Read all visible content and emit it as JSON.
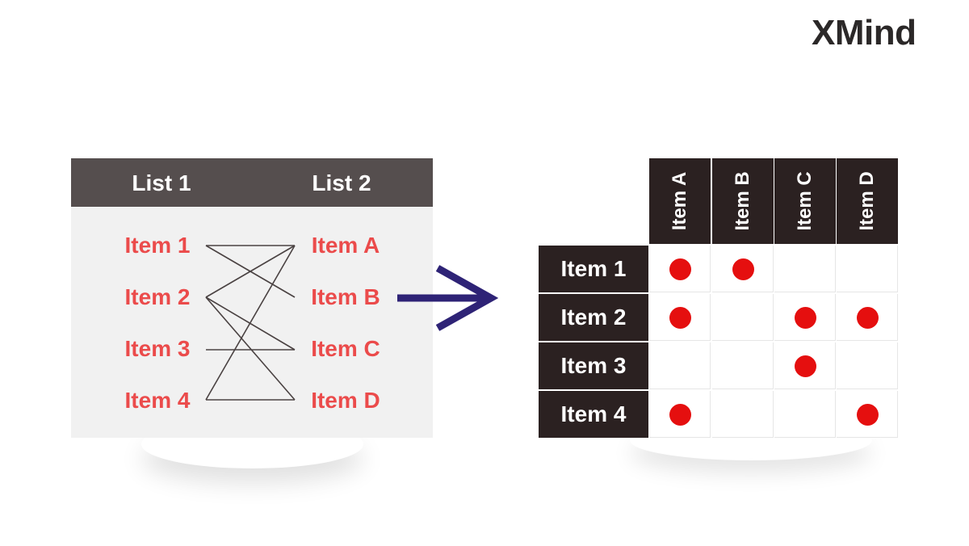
{
  "brand": {
    "logo_text": "XMind"
  },
  "lists": {
    "list1_title": "List 1",
    "list2_title": "List 2",
    "list1_items": [
      "Item 1",
      "Item 2",
      "Item 3",
      "Item 4"
    ],
    "list2_items": [
      "Item A",
      "Item B",
      "Item C",
      "Item D"
    ]
  },
  "links": [
    {
      "from": "Item 1",
      "to": "Item A"
    },
    {
      "from": "Item 1",
      "to": "Item B"
    },
    {
      "from": "Item 2",
      "to": "Item A"
    },
    {
      "from": "Item 2",
      "to": "Item C"
    },
    {
      "from": "Item 2",
      "to": "Item D"
    },
    {
      "from": "Item 3",
      "to": "Item C"
    },
    {
      "from": "Item 4",
      "to": "Item A"
    },
    {
      "from": "Item 4",
      "to": "Item D"
    }
  ],
  "matrix": {
    "columns": [
      "Item A",
      "Item B",
      "Item C",
      "Item D"
    ],
    "rows": [
      "Item 1",
      "Item 2",
      "Item 3",
      "Item 4"
    ],
    "marks": [
      [
        true,
        true,
        false,
        false
      ],
      [
        true,
        false,
        true,
        true
      ],
      [
        false,
        false,
        true,
        false
      ],
      [
        true,
        false,
        false,
        true
      ]
    ]
  },
  "colors": {
    "header_dark": "#554e4e",
    "matrix_dark": "#2b2121",
    "item_text": "#eb4b4b",
    "dot": "#e50f0f",
    "arrow": "#2e2376",
    "link_line": "#4a4242"
  }
}
